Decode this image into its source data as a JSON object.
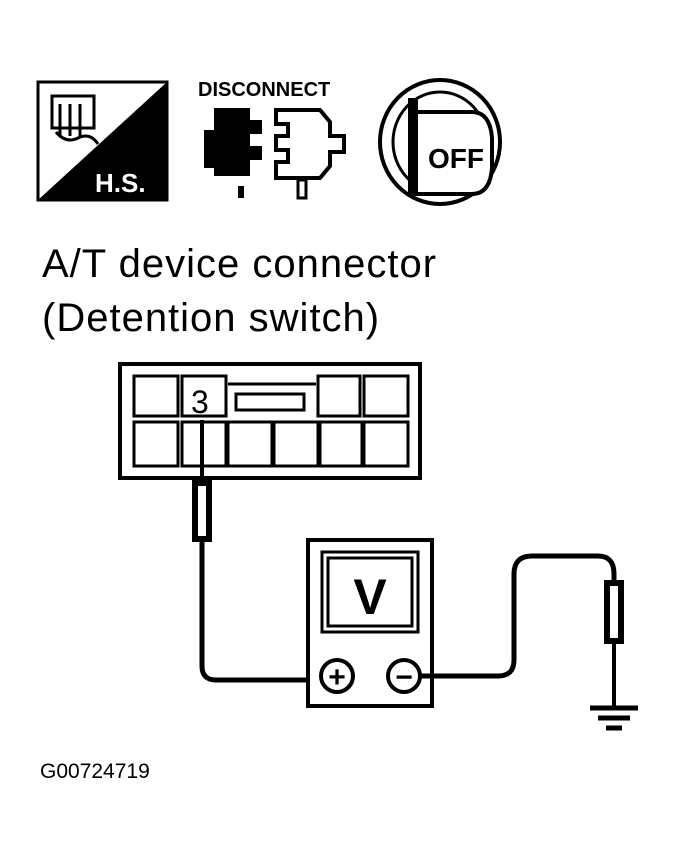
{
  "header_icons": {
    "harness_label": "H.S.",
    "disconnect_label": "DISCONNECT",
    "ignition_label": "OFF",
    "icon_names": [
      "harness-connector-icon",
      "disconnect-connector-icon",
      "ignition-key-off-icon"
    ]
  },
  "title": {
    "line1": "A/T device connector",
    "line2": "(Detention switch)"
  },
  "connector": {
    "terminal_label": "3"
  },
  "meter": {
    "display": "V",
    "positive_symbol": "+",
    "negative_symbol": "−"
  },
  "figure_id": "G00724719",
  "colors": {
    "ink": "#000000",
    "paper": "#ffffff"
  }
}
